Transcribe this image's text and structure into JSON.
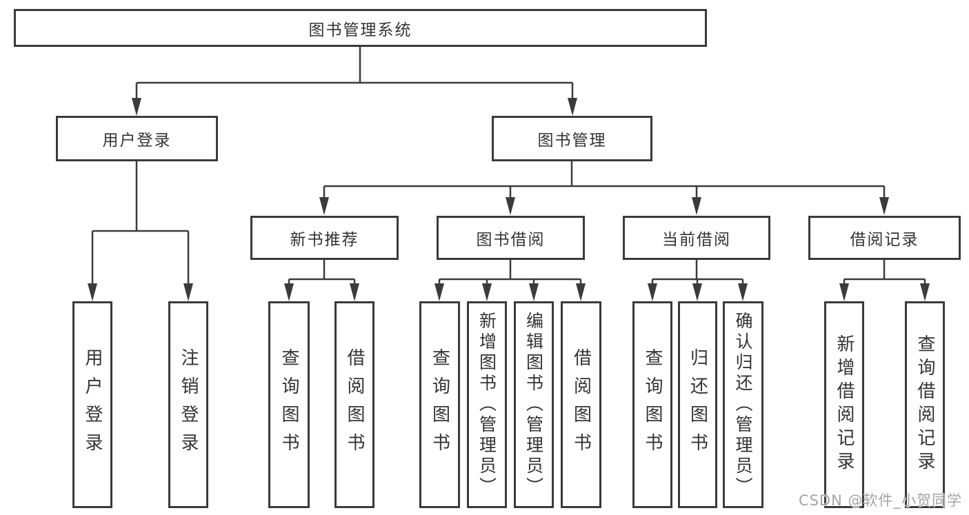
{
  "diagram": {
    "tree": {
      "label": "图书管理系统",
      "children": [
        {
          "label": "用户登录",
          "children": [
            {
              "label": "用户登录"
            },
            {
              "label": "注销登录"
            }
          ]
        },
        {
          "label": "图书管理",
          "children": [
            {
              "label": "新书推荐",
              "children": [
                {
                  "label": "查询图书"
                },
                {
                  "label": "借阅图书"
                }
              ]
            },
            {
              "label": "图书借阅",
              "children": [
                {
                  "label": "查询图书"
                },
                {
                  "label": "新增图书（管理员）"
                },
                {
                  "label": "编辑图书（管理员）"
                },
                {
                  "label": "借阅图书"
                }
              ]
            },
            {
              "label": "当前借阅",
              "children": [
                {
                  "label": "查询图书"
                },
                {
                  "label": "归还图书"
                },
                {
                  "label": "确认归还（管理员）"
                }
              ]
            },
            {
              "label": "借阅记录",
              "children": [
                {
                  "label": "新增借阅记录"
                },
                {
                  "label": "查询借阅记录"
                }
              ]
            }
          ]
        }
      ]
    }
  },
  "watermark": {
    "text": "CSDN @软件_小贺同学"
  },
  "colors": {
    "line": "#3b3b3b",
    "box_border": "#3a3a3a",
    "text": "#333333",
    "watermark": "#9e9e9e",
    "background": "#ffffff"
  }
}
